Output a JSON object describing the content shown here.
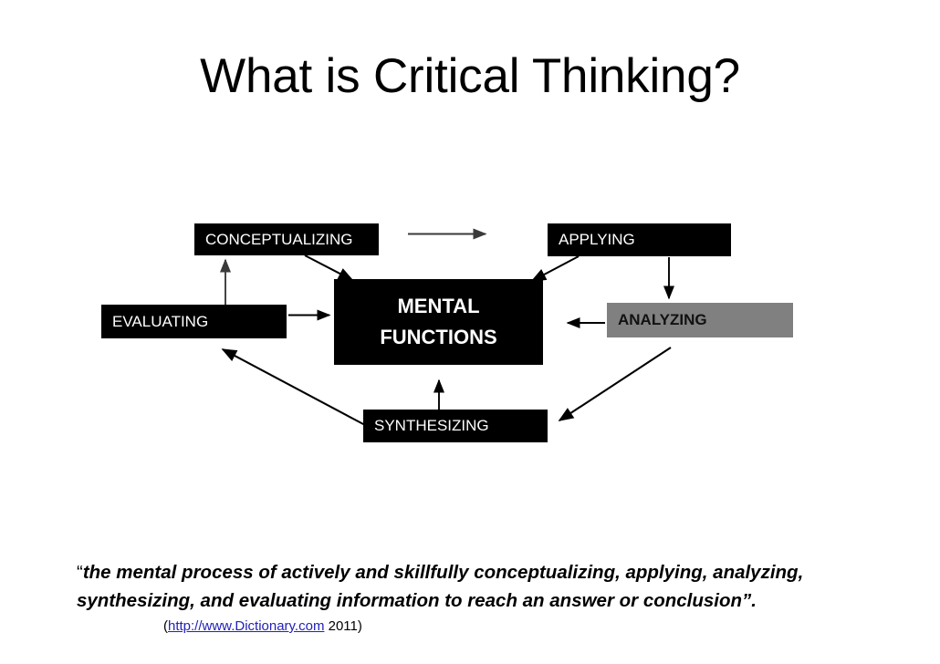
{
  "slide": {
    "title": "What is Critical Thinking?",
    "background_color": "#ffffff"
  },
  "diagram": {
    "type": "flow-diagram",
    "nodes": [
      {
        "id": "conceptualizing",
        "label": "CONCEPTUALIZING",
        "fill": "#000000",
        "text_color": "#ffffff",
        "bold": false
      },
      {
        "id": "applying",
        "label": "APPLYING",
        "fill": "#000000",
        "text_color": "#ffffff",
        "bold": false
      },
      {
        "id": "evaluating",
        "label": "EVALUATING",
        "fill": "#000000",
        "text_color": "#ffffff",
        "bold": false
      },
      {
        "id": "analyzing",
        "label": "ANALYZING",
        "fill": "#808080",
        "text_color": "#111111",
        "bold": true
      },
      {
        "id": "mental-functions",
        "label_line1": "MENTAL",
        "label_line2": "FUNCTIONS",
        "fill": "#000000",
        "text_color": "#ffffff",
        "bold": true
      },
      {
        "id": "synthesizing",
        "label": "SYNTHESIZING",
        "fill": "#000000",
        "text_color": "#ffffff",
        "bold": false
      }
    ],
    "edges": [
      {
        "from": "conceptualizing",
        "to": "applying"
      },
      {
        "from": "conceptualizing",
        "to": "mental-functions"
      },
      {
        "from": "evaluating",
        "to": "conceptualizing"
      },
      {
        "from": "evaluating",
        "to": "mental-functions"
      },
      {
        "from": "applying",
        "to": "mental-functions"
      },
      {
        "from": "applying",
        "to": "analyzing"
      },
      {
        "from": "analyzing",
        "to": "mental-functions"
      },
      {
        "from": "analyzing",
        "to": "synthesizing"
      },
      {
        "from": "synthesizing",
        "to": "mental-functions"
      },
      {
        "from": "synthesizing",
        "to": "evaluating"
      }
    ],
    "arrow_color": "#000000"
  },
  "quote": {
    "open_mark": "“",
    "line1": "the mental process of actively and skillfully conceptualizing, applying, analyzing,",
    "line2": "synthesizing, and evaluating information to reach an answer or conclusion”."
  },
  "citation": {
    "open_paren": "(",
    "link_text": "http://www.Dictionary.com",
    "year": " 2011)",
    "link_color": "#2222bb"
  }
}
